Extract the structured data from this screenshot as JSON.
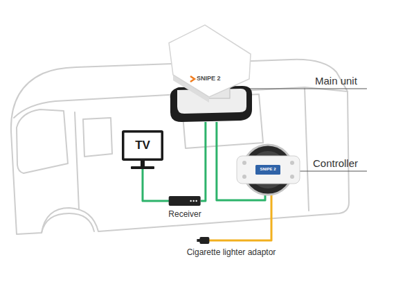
{
  "diagram": {
    "nodes": [
      {
        "text": [
          "SNIPE 2"
        ]
      },
      {
        "text": [
          "TV"
        ]
      },
      {
        "text": [
          "Receiver"
        ]
      },
      {
        "text": [
          "SNIPE 2"
        ]
      },
      {
        "text": [
          "Cigarette lighter adaptor"
        ]
      }
    ],
    "edges": [
      {
        "from": 1,
        "to": 2,
        "arrow": "none"
      },
      {
        "from": 2,
        "to": 0,
        "arrow": "none"
      },
      {
        "from": 0,
        "to": 3,
        "arrow": "none"
      },
      {
        "from": 3,
        "to": 4,
        "arrow": "none"
      }
    ],
    "labels": [
      "Main unit",
      "Controller"
    ]
  }
}
